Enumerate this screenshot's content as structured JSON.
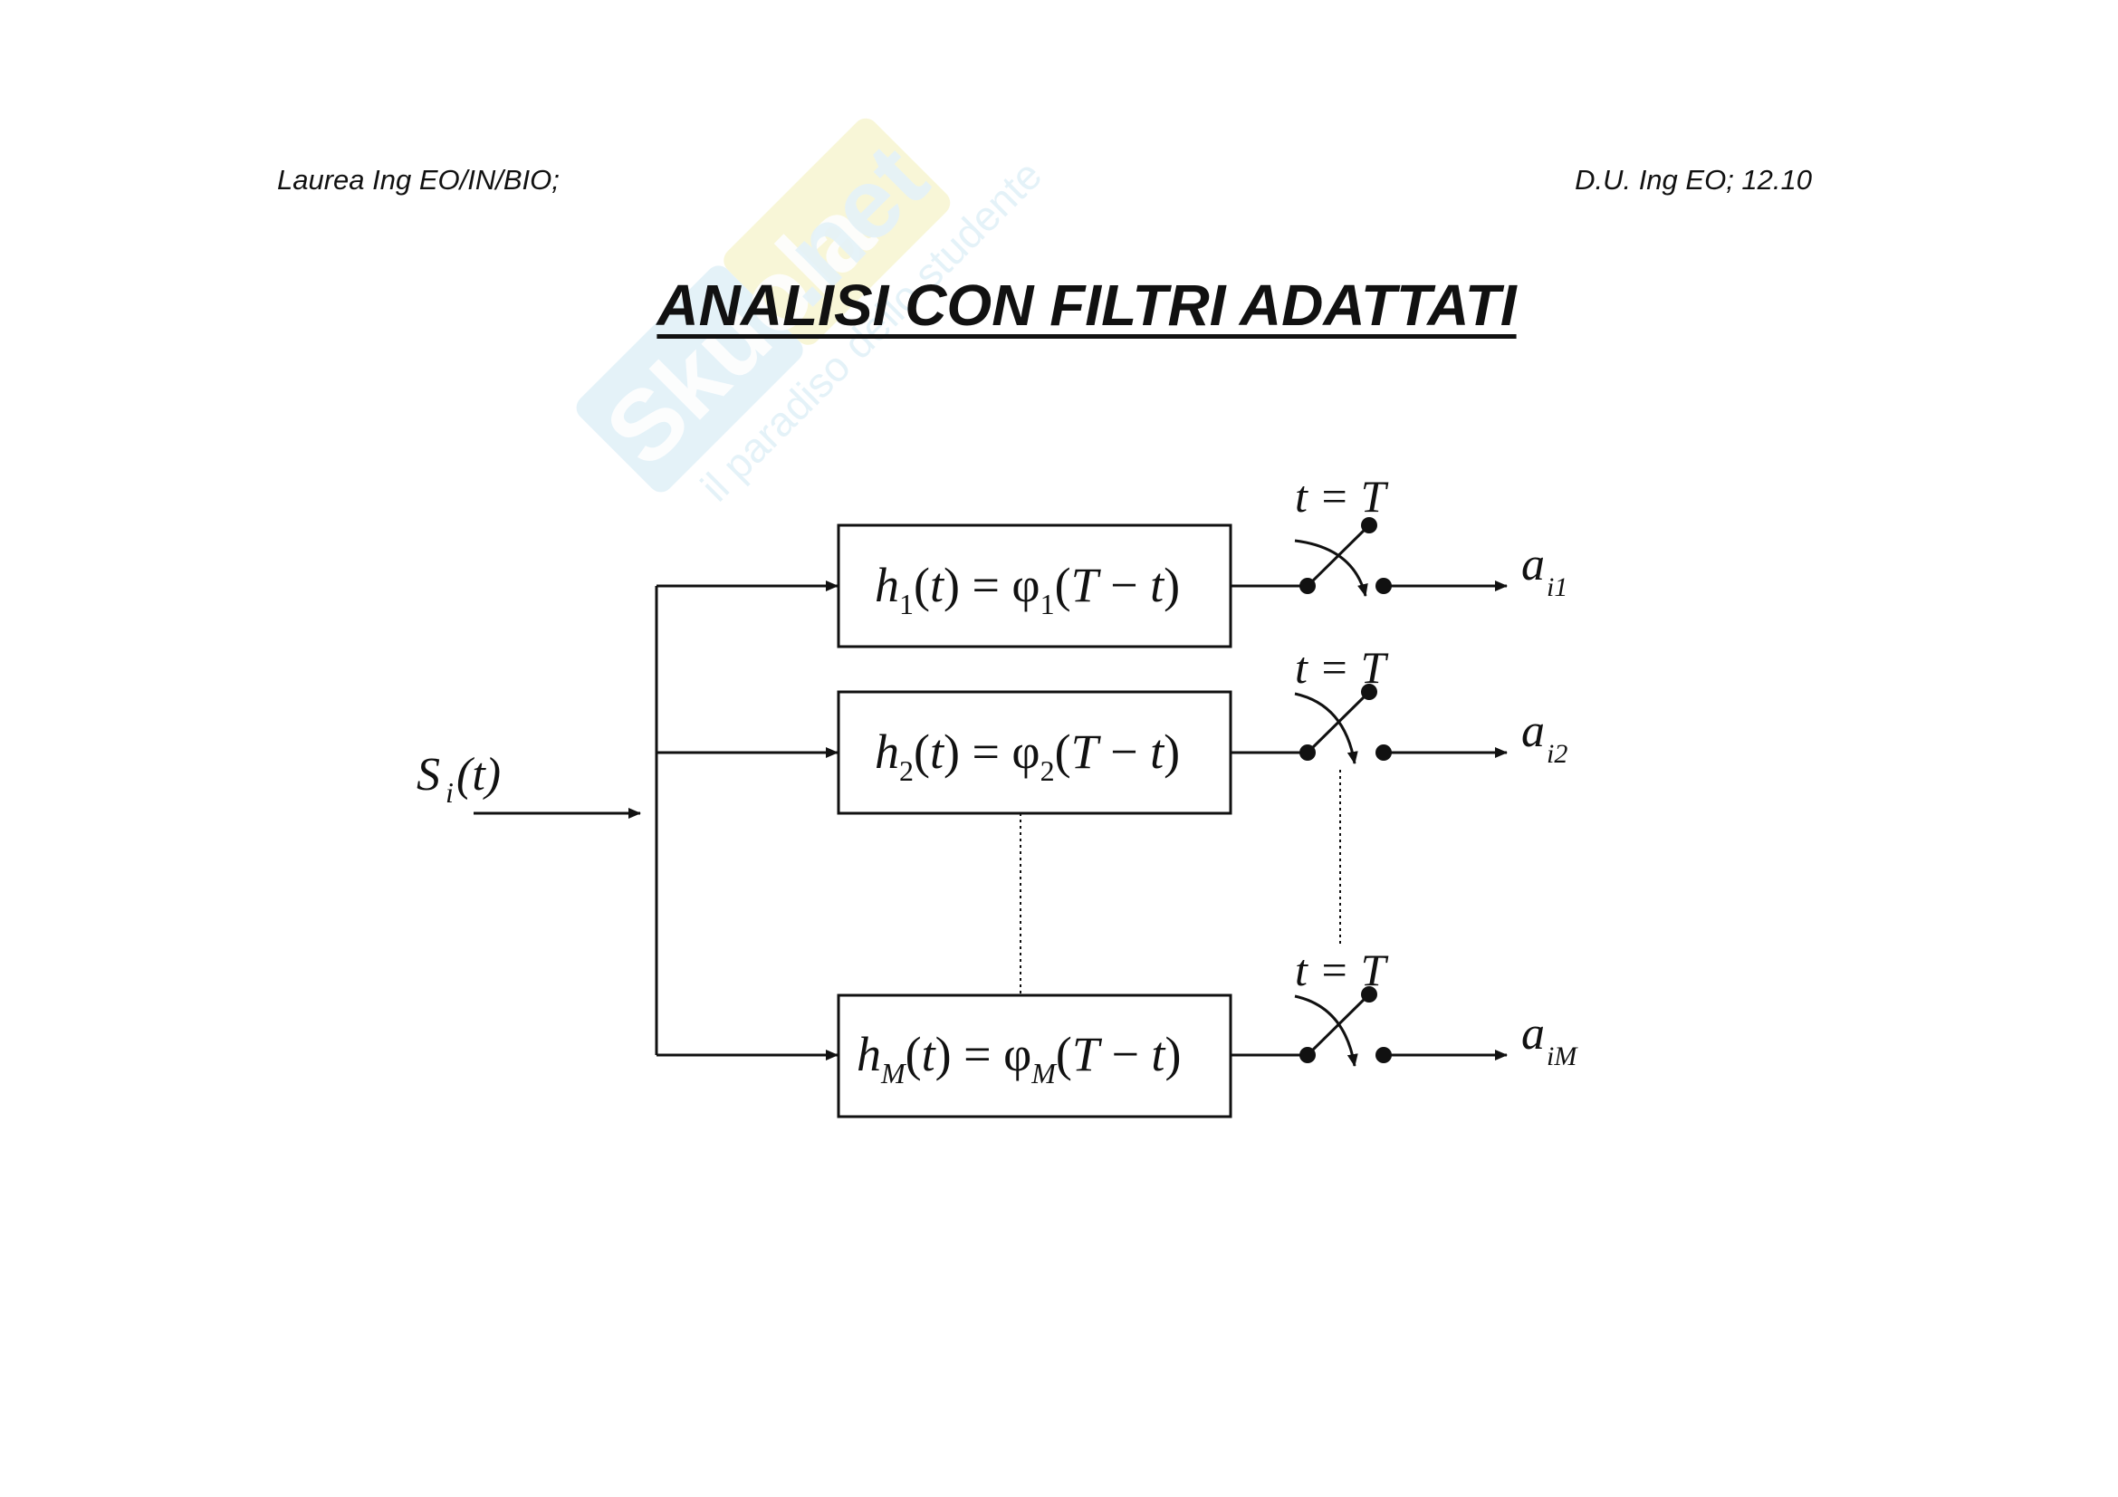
{
  "header": {
    "left": "Laurea Ing EO/IN/BIO;",
    "right": "D.U. Ing EO;  12.10"
  },
  "title": "ANALISI CON FILTRI ADATTATI",
  "watermark": {
    "brand": "SkuolaNet",
    "tagline": "il paradiso dello studente",
    "colors": [
      "#cfe8f4",
      "#f3f0b8"
    ]
  },
  "diagram": {
    "input": {
      "symbol": "S",
      "subscript": "i",
      "arg": "(t)"
    },
    "sampler_label": "t = T",
    "filters": [
      {
        "h_sub": "1",
        "phi_sub": "1",
        "output": {
          "symbol": "a",
          "subscript": "i1"
        }
      },
      {
        "h_sub": "2",
        "phi_sub": "2",
        "output": {
          "symbol": "a",
          "subscript": "i2"
        }
      },
      {
        "h_sub": "M",
        "phi_sub": "M",
        "output": {
          "symbol": "a",
          "subscript": "iM"
        }
      }
    ]
  }
}
